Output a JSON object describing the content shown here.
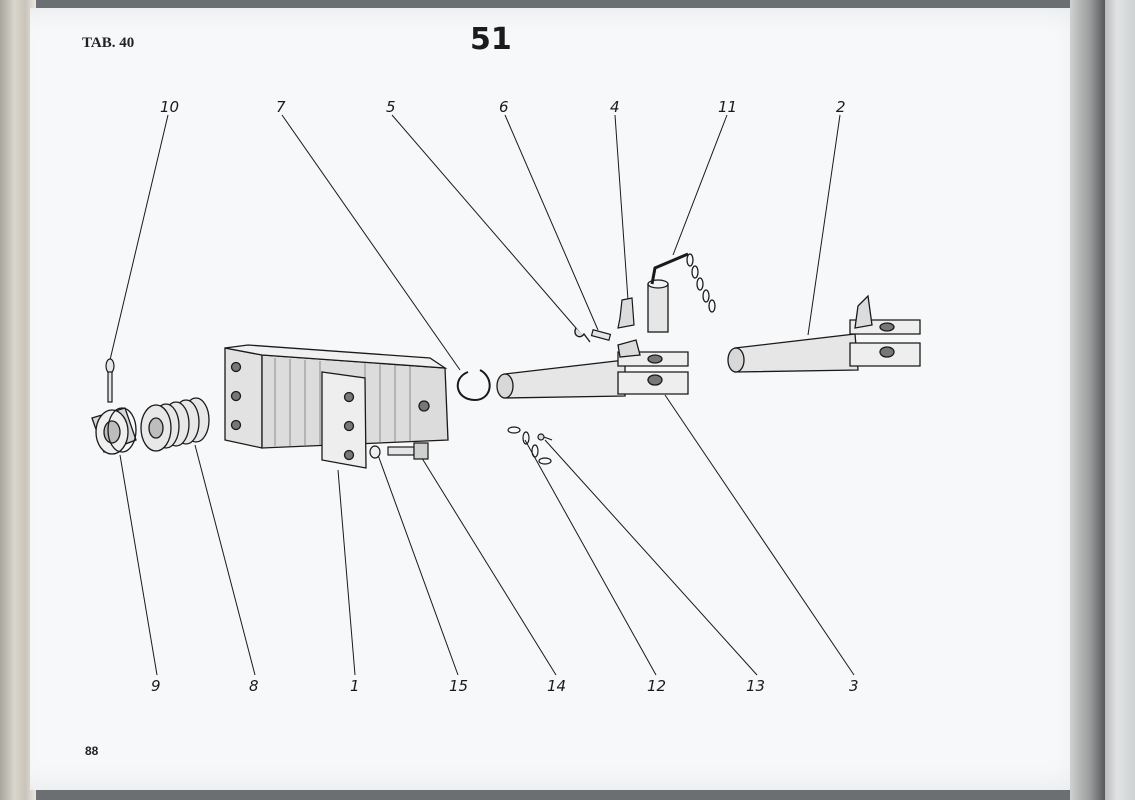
{
  "header": {
    "tab_label": "TAB. 40",
    "plate_number": "51"
  },
  "footer": {
    "page_number": "88"
  },
  "callouts": {
    "c10": "10",
    "c7": "7",
    "c5": "5",
    "c6": "6",
    "c4": "4",
    "c11": "11",
    "c2": "2",
    "c9": "9",
    "c8": "8",
    "c1": "1",
    "c15": "15",
    "c14": "14",
    "c12": "12",
    "c13": "13",
    "c3": "3"
  }
}
